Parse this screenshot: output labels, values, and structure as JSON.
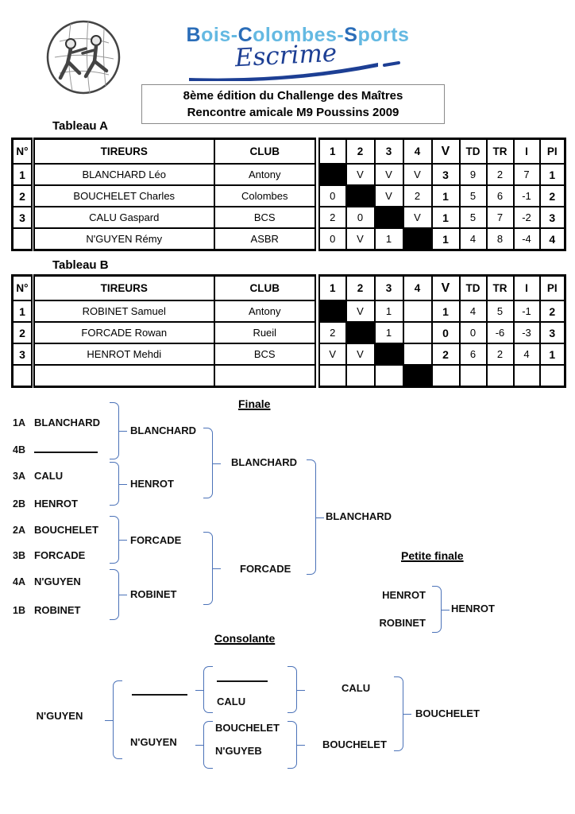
{
  "header": {
    "club": {
      "p1a": "B",
      "p1b": "ois-",
      "p2a": "C",
      "p2b": "olombes-",
      "p3a": "S",
      "p3b": "ports",
      "script": "Escrime"
    },
    "title_line1": "8ème édition du Challenge des Maîtres",
    "title_line2": "Rencontre amicale M9 Poussins 2009"
  },
  "colors": {
    "accent_dark_blue": "#2a6db8",
    "accent_light_blue": "#64b9e2",
    "script_blue": "#1d3f94",
    "bracket_blue": "#4b72b8"
  },
  "tables": {
    "a": {
      "label": "Tableau A",
      "headers": [
        "N°",
        "TIREURS",
        "CLUB",
        "1",
        "2",
        "3",
        "4",
        "V",
        "TD",
        "TR",
        "I",
        "PI"
      ],
      "rows": [
        {
          "cells": [
            "1",
            "BLANCHARD Léo",
            "Antony",
            "",
            "V",
            "V",
            "V",
            "3",
            "9",
            "2",
            "7",
            "1"
          ],
          "black": 3
        },
        {
          "cells": [
            "2",
            "BOUCHELET Charles",
            "Colombes",
            "0",
            "",
            "V",
            "2",
            "1",
            "5",
            "6",
            "-1",
            "2"
          ],
          "black": 4
        },
        {
          "cells": [
            "3",
            "CALU Gaspard",
            "BCS",
            "2",
            "0",
            "",
            "V",
            "1",
            "5",
            "7",
            "-2",
            "3"
          ],
          "black": 5
        },
        {
          "cells": [
            "",
            "N'GUYEN Rémy",
            "ASBR",
            "0",
            "V",
            "1",
            "",
            "1",
            "4",
            "8",
            "-4",
            "4"
          ],
          "black": 6
        }
      ]
    },
    "b": {
      "label": "Tableau B",
      "headers": [
        "N°",
        "TIREURS",
        "CLUB",
        "1",
        "2",
        "3",
        "4",
        "V",
        "TD",
        "TR",
        "I",
        "PI"
      ],
      "rows": [
        {
          "cells": [
            "1",
            "ROBINET Samuel",
            "Antony",
            "",
            "V",
            "1",
            "",
            "1",
            "4",
            "5",
            "-1",
            "2"
          ],
          "black": 3
        },
        {
          "cells": [
            "2",
            "FORCADE Rowan",
            "Rueil",
            "2",
            "",
            "1",
            "",
            "0",
            "0",
            "-6",
            "-3",
            "3"
          ],
          "black": 4
        },
        {
          "cells": [
            "3",
            "HENROT Mehdi",
            "BCS",
            "V",
            "V",
            "",
            "",
            "2",
            "6",
            "2",
            "4",
            "1"
          ],
          "black": 5
        },
        {
          "cells": [
            "",
            "",
            "",
            "",
            "",
            "",
            "",
            "",
            "",
            "",
            "",
            ""
          ],
          "black": 6
        }
      ]
    }
  },
  "finale": {
    "title": "Finale",
    "round1": [
      {
        "seed": "1A",
        "name": "BLANCHARD"
      },
      {
        "seed": "4B",
        "name": ""
      },
      {
        "seed": "3A",
        "name": "CALU"
      },
      {
        "seed": "2B",
        "name": "HENROT"
      },
      {
        "seed": "2A",
        "name": "BOUCHELET"
      },
      {
        "seed": "3B",
        "name": "FORCADE"
      },
      {
        "seed": "4A",
        "name": "N'GUYEN"
      },
      {
        "seed": "1B",
        "name": "ROBINET"
      }
    ],
    "round2": [
      "BLANCHARD",
      "HENROT",
      "FORCADE",
      "ROBINET"
    ],
    "round3": [
      "BLANCHARD",
      "FORCADE"
    ],
    "champion": "BLANCHARD"
  },
  "petite_finale": {
    "title": "Petite finale",
    "entries": [
      "HENROT",
      "ROBINET"
    ],
    "winner": "HENROT"
  },
  "consolante": {
    "title": "Consolante",
    "feeder": "N'GUYEN",
    "semis": [
      "",
      "N'GUYEN"
    ],
    "pair1": [
      "",
      "CALU"
    ],
    "pair1_winner": "CALU",
    "pair2": [
      "BOUCHELET",
      "N'GUYEB"
    ],
    "pair2_winner": "BOUCHELET",
    "winner": "BOUCHELET"
  }
}
